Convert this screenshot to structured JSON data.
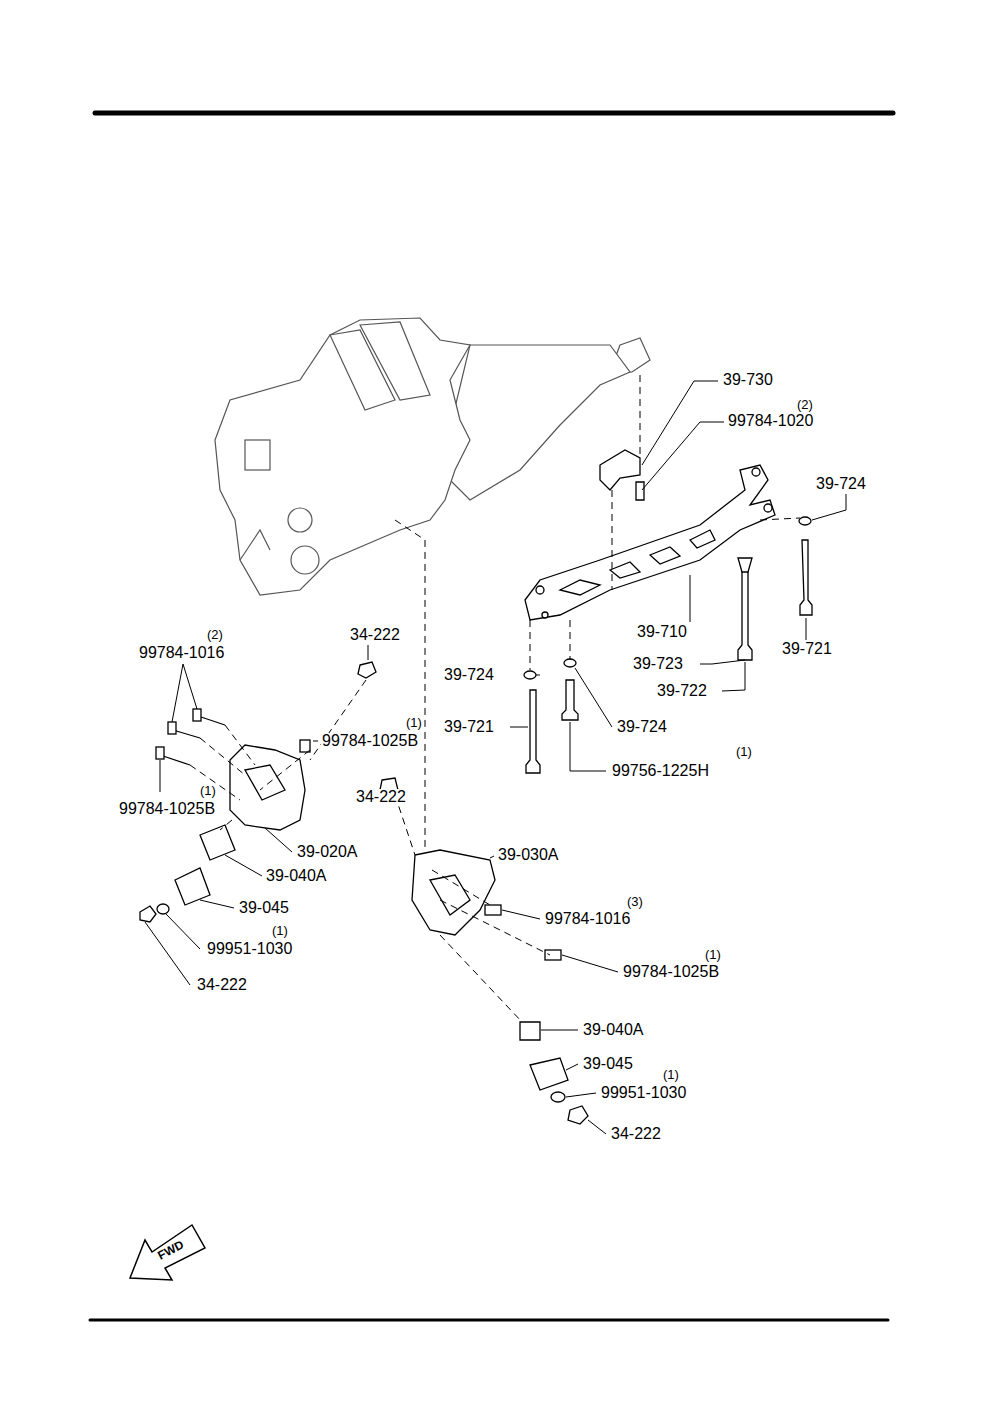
{
  "diagram": {
    "labels": [
      "39-730",
      "(2)",
      "99784-1020",
      "39-724",
      "39-710",
      "39-721",
      "34-222",
      "(2)",
      "99784-1016",
      "39-724",
      "39-723",
      "39-722",
      "(1)",
      "99784-1025B",
      "39-721",
      "39-724",
      "(1)",
      "99756-1225H",
      "34-222",
      "(1)",
      "99784-1025B",
      "39-020A",
      "39-030A",
      "39-040A",
      "39-045",
      "(3)",
      "99784-1016",
      "(1)",
      "99951-1030",
      "(1)",
      "99784-1025B",
      "34-222",
      "39-040A",
      "39-045",
      "(1)",
      "99951-1030",
      "34-222",
      "FWD"
    ]
  }
}
